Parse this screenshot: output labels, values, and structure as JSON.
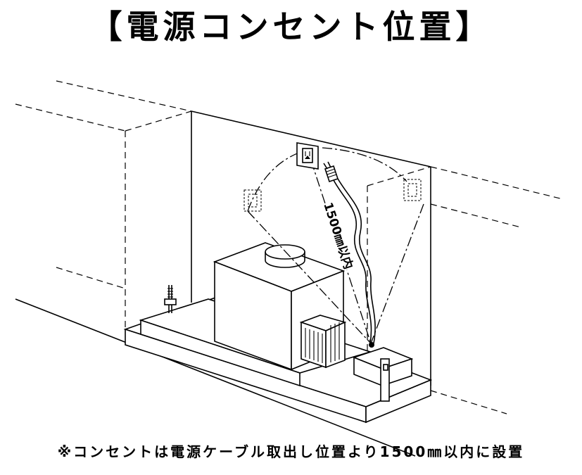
{
  "title": "【電源コンセント位置】",
  "distance_label": "1500㎜以内",
  "footnote": "※コンセントは電源ケーブル取出し位置より1500㎜以内に設置"
}
